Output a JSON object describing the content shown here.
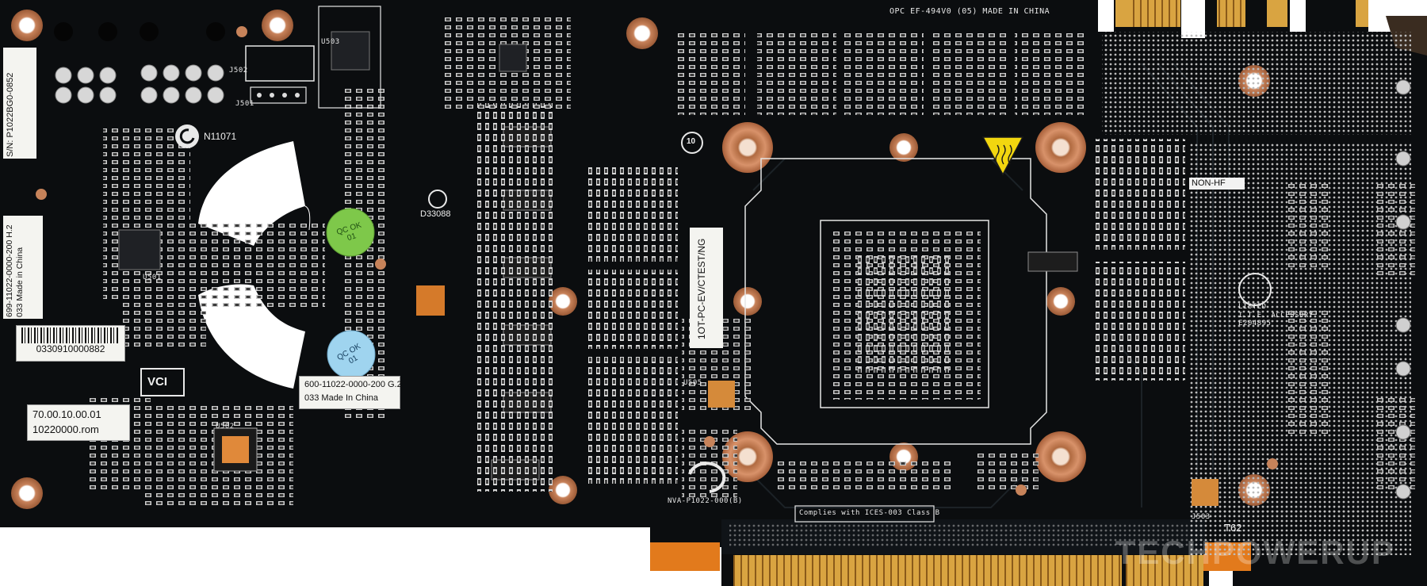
{
  "stickers": {
    "serial_number": "S/N: P1022BG0-0852",
    "part_vertical_line1": "699-11022-0000-200 H.2",
    "part_vertical_line2": "033 Made in China",
    "barcode_number": "0330910000882",
    "bios_version": "70.00.10.00.01",
    "bios_rom": "10220000.rom",
    "board_part_line1": "600-11022-0000-200 G.2",
    "board_part_line2": "033 Made In China",
    "qc_sticker_1": "QC OK 01",
    "qc_sticker_2": "QC OK 01"
  },
  "silkscreen": {
    "cert_n": "N11071",
    "cert_d": "D33088",
    "vci": "VCI",
    "opc_line": "OPC EF-494V0 (05) MADE IN CHINA",
    "non_hf": "NON-HF",
    "ul_listed": "LISTED",
    "ul_line1": "I.T.E. ACCESSORY",
    "ul_line2": "E204895",
    "ices": "Complies with ICES-003 Class B",
    "board_code": "NVA-P1022-000(B)",
    "factory_note": "1OT-PC-EV/CTEST/NG",
    "j502": "J502",
    "j501": "J501",
    "u503": "U503",
    "u501": "U501",
    "u502": "U502",
    "u505": "U505",
    "j503": "J503",
    "rohs_ten": "10",
    "marker": "T62"
  },
  "watermark": "TECHPOWERUP",
  "colors": {
    "pcb": "#0b0d0f",
    "trace": "#1a1e22",
    "silk": "#e8e8e8",
    "gold": "#d19a36",
    "copper_ring": "#c7835a",
    "sticker_green": "#7ec84a",
    "sticker_blue": "#9fd4ef"
  }
}
